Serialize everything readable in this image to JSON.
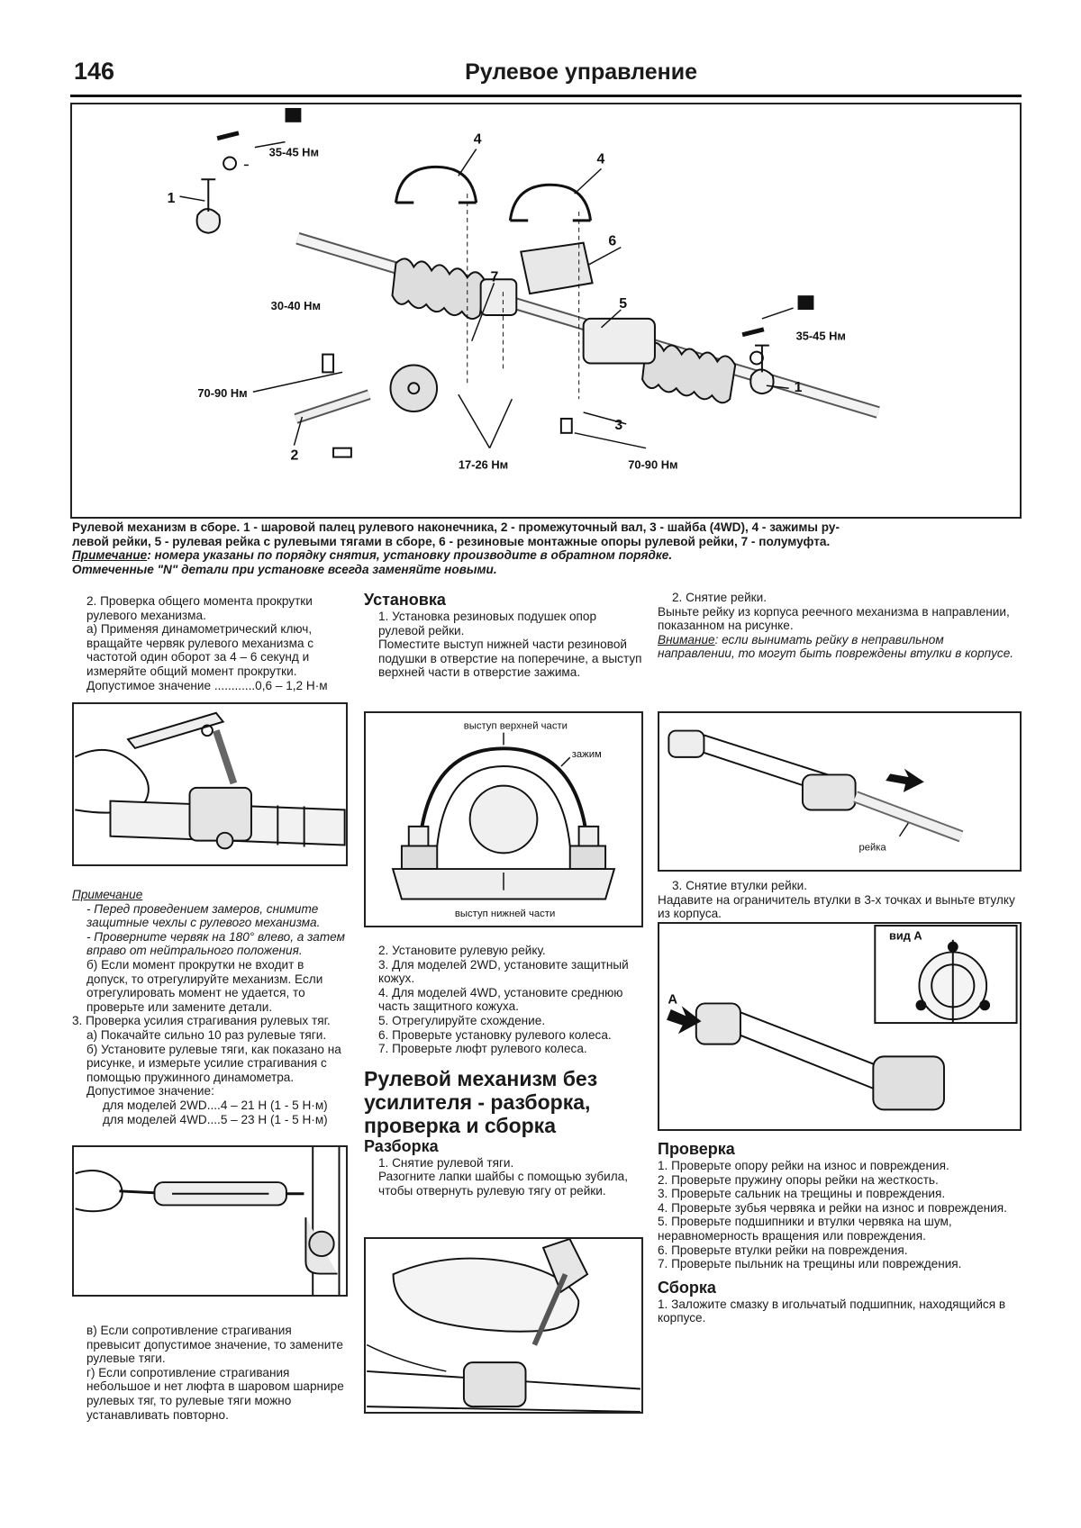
{
  "header": {
    "page_number": "146",
    "title": "Рулевое управление"
  },
  "main_figure": {
    "labels": {
      "n_top": "N",
      "n_right": "N",
      "torque_top": "35-45 Нм",
      "torque_right": "35-45 Нм",
      "torque_30_40": "30-40 Нм",
      "torque_70_90_left": "70-90 Нм",
      "torque_17_26": "17-26 Нм",
      "torque_70_90_right": "70-90 Нм",
      "c1_left": "1",
      "c1_right": "1",
      "c2": "2",
      "c3": "3",
      "c4_left": "4",
      "c4_right": "4",
      "c5": "5",
      "c6": "6",
      "c7": "7"
    }
  },
  "caption": {
    "line1": "Рулевой механизм в сборе. 1 - шаровой палец рулевого наконечника, 2 - промежуточный вал, 3 - шайба (4WD), 4 - зажимы ру-",
    "line2": "левой рейки, 5 - рулевая рейка с рулевыми тягами в сборе, 6 - резиновые монтажные опоры рулевой рейки, 7 - полумуфта.",
    "note_label": "Примечание",
    "note_text": ": номера указаны по порядку снятия, установку производите в обратном порядке.",
    "note2": "Отмеченные \"N\" детали при установке всегда заменяйте новыми."
  },
  "col1": {
    "p1": "2. Проверка общего момента прокрутки рулевого механизма.",
    "p2": "а) Применяя динамометрический ключ, вращайте червяк рулевого механизма с частотой один оборот за 4 – 6 секунд и измеряйте общий момент прокрутки.",
    "p3": "Допустимое значение ............0,6 – 1,2 Н·м",
    "note_label": "Примечание",
    "note1": "- Перед проведением замеров, снимите защитные чехлы с рулевого механизма.",
    "note2": "- Проверните червяк на 180° влево, а затем вправо от нейтрального положения.",
    "p4": "б) Если момент прокрутки не входит в допуск, то отрегулируйте механизм. Если отрегулировать момент не удается, то проверьте или замените детали.",
    "p5": "3. Проверка усилия страгивания рулевых тяг.",
    "p6": "а) Покачайте сильно 10 раз рулевые тяги.",
    "p7": "б) Установите рулевые тяги, как показано на рисунке, и измерьте усилие страгивания с помощью пружинного динамометра.",
    "p8": "Допустимое значение:",
    "p9": "для моделей 2WD....4 – 21 Н (1 - 5 Н·м)",
    "p10": "для моделей 4WD....5 – 23 Н (1 - 5 Н·м)",
    "p11": "в) Если сопротивление страгивания превысит допустимое значение, то замените рулевые тяги.",
    "p12": "г) Если сопротивление страгивания небольшое и нет люфта в шаровом шарнире рулевых тяг, то рулевые тяги можно устанавливать повторно."
  },
  "col2": {
    "h_install": "Установка",
    "p1": "1. Установка резиновых подушек опор рулевой рейки.",
    "p2": "Поместите выступ нижней части резиновой подушки в отверстие на поперечине, а выступ верхней части в отверстие зажима.",
    "fig_top_label": "выступ верхней части",
    "fig_clamp_label": "зажим",
    "fig_bottom_label": "выступ нижней части",
    "p3": "2. Установите рулевую рейку.",
    "p4": "3. Для моделей 2WD, установите защитный кожух.",
    "p5": "4. Для моделей 4WD, установите среднюю часть защитного кожуха.",
    "p6": "5. Отрегулируйте схождение.",
    "p7": "6. Проверьте установку рулевого колеса.",
    "p8": "7. Проверьте люфт рулевого колеса.",
    "h_section": "Рулевой механизм без усилителя - разборка, проверка и сборка",
    "h_disassembly": "Разборка",
    "p9": "1. Снятие рулевой тяги.",
    "p10": "Разогните лапки шайбы с помощью зубила, чтобы отвернуть рулевую тягу от рейки."
  },
  "col3": {
    "p1": "2. Снятие рейки.",
    "p2": "Выньте рейку из корпуса реечного механизма в направлении, показанном на рисунке.",
    "warn_label": "Внимание",
    "warn_text": ": если вынимать рейку в неправильном направлении, то могут быть повреждены втулки в корпусе.",
    "fig_rack_label": "рейка",
    "p3": "3. Снятие втулки рейки.",
    "p4": "Надавите на ограничитель втулки в 3-х точках и выньте втулку из корпуса.",
    "fig_view_label": "вид А",
    "fig_a_label": "A",
    "h_check": "Проверка",
    "c1": "1. Проверьте опору рейки на износ и повреждения.",
    "c2": "2. Проверьте пружину опоры рейки на жесткость.",
    "c3": "3. Проверьте сальник на трещины и повреждения.",
    "c4": "4. Проверьте зубья червяка и рейки на износ и повреждения.",
    "c5": "5. Проверьте подшипники и втулки червяка на шум, неравномерность вращения или повреждения.",
    "c6": "6. Проверьте втулки рейки на повреждения.",
    "c7": "7. Проверьте пыльник на трещины или повреждения.",
    "h_assembly": "Сборка",
    "a1": "1. Заложите смазку в игольчатый подшипник, находящийся в корпусе."
  }
}
